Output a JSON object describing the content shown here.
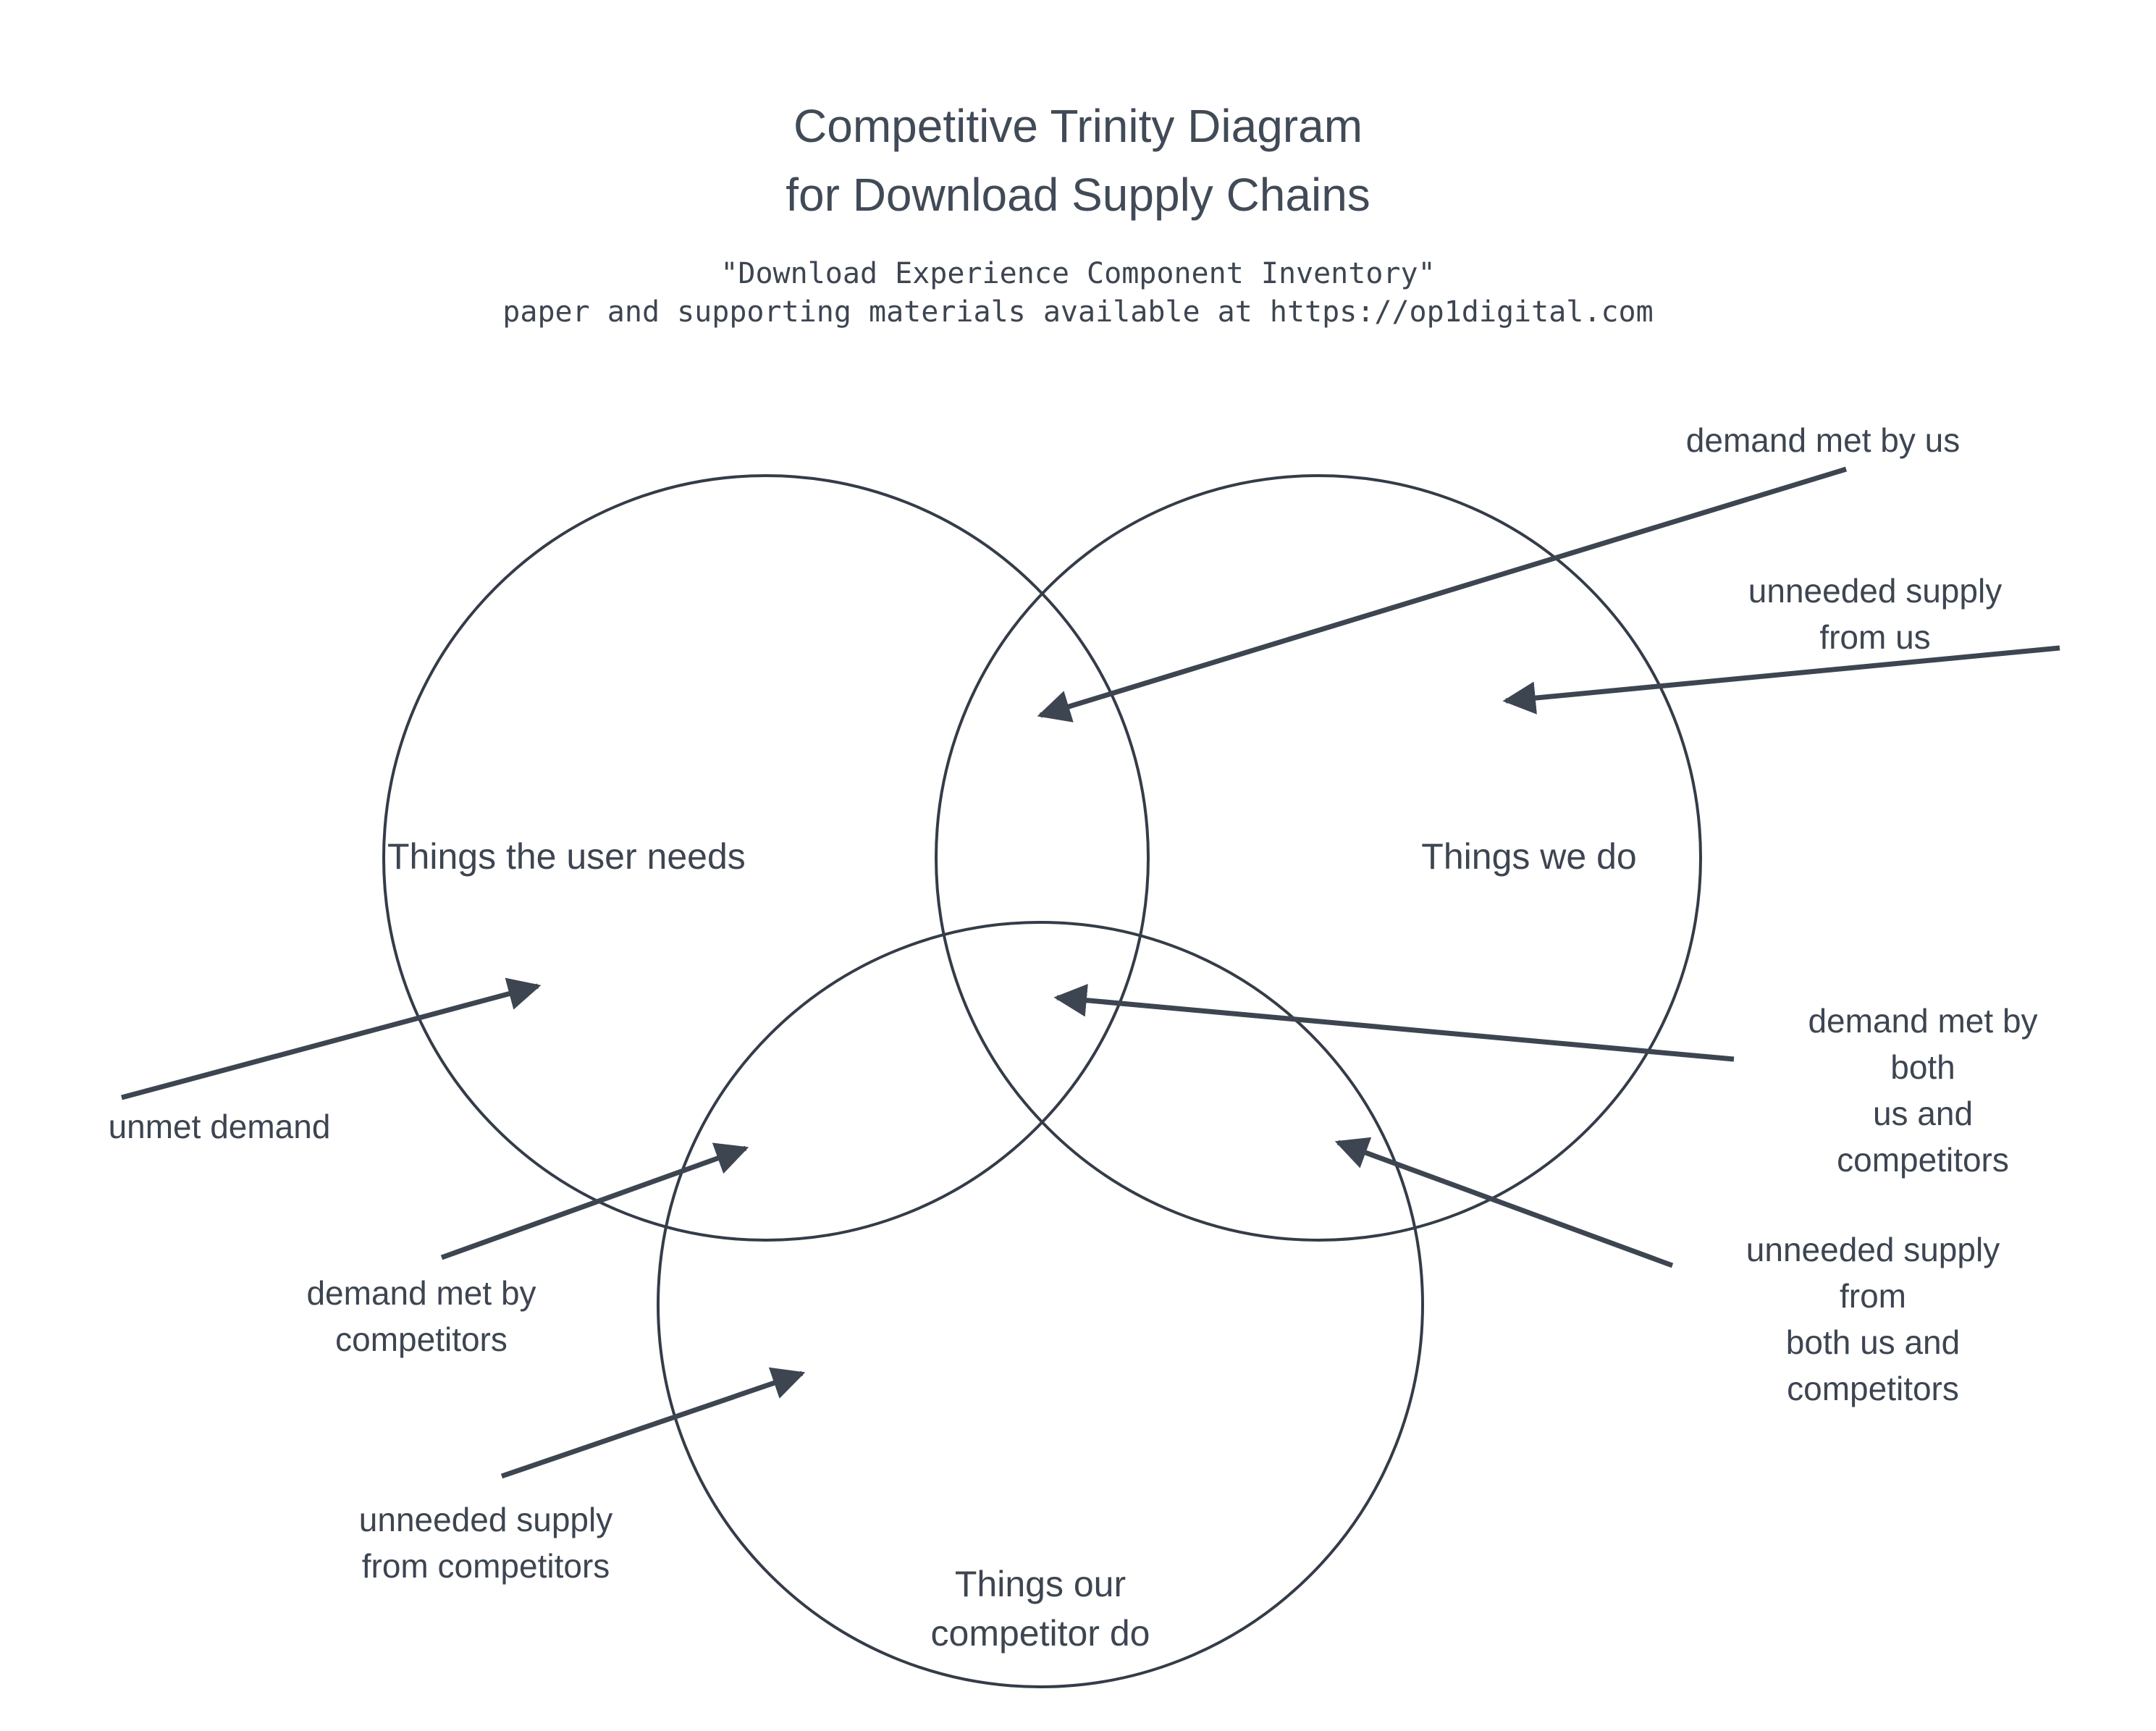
{
  "header": {
    "title": "Competitive Trinity Diagram\nfor Download Supply Chains",
    "subtitle": "\"Download Experience Component Inventory\"\npaper and supporting materials available at https://op1digital.com",
    "url_shown": "https://op1digital.com"
  },
  "diagram": {
    "type": "venn-3-circle",
    "colors": {
      "ink": "#3d4551",
      "circle_stroke": "#343c48",
      "arrow": "#3d4551",
      "background": "#ffffff"
    },
    "circles": [
      {
        "id": "user-needs",
        "label": "Things the user needs"
      },
      {
        "id": "we-do",
        "label": "Things we do"
      },
      {
        "id": "competitor-do",
        "label": "Things our\ncompetitor do"
      }
    ],
    "annotations": [
      {
        "id": "demand-met-by-us",
        "label": "demand met by us",
        "points_to": "user-needs ∩ we-do"
      },
      {
        "id": "unneeded-supply-from-us",
        "label": "unneeded supply from us",
        "points_to": "we-do only"
      },
      {
        "id": "unmet-demand",
        "label": "unmet demand",
        "points_to": "user-needs only"
      },
      {
        "id": "demand-met-by-competitors",
        "label": "demand met by\ncompetitors",
        "points_to": "user-needs ∩ competitor-do"
      },
      {
        "id": "unneeded-supply-from-competitors",
        "label": "unneeded supply\nfrom competitors",
        "points_to": "competitor-do only"
      },
      {
        "id": "demand-met-by-both",
        "label": "demand met by both\nus and competitors",
        "points_to": "all three overlap"
      },
      {
        "id": "unneeded-supply-from-both",
        "label": "unneeded supply from\nboth us and\ncompetitors",
        "points_to": "we-do ∩ competitor-do"
      }
    ]
  }
}
